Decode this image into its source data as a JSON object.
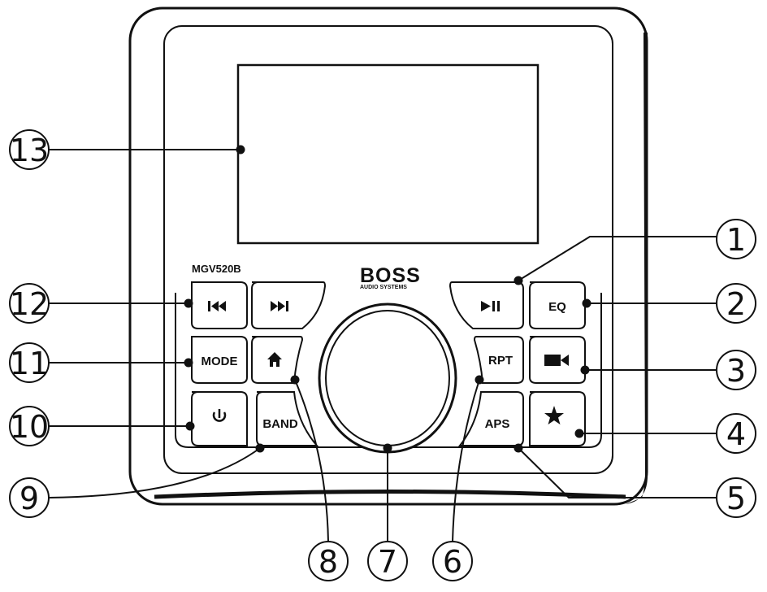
{
  "device": {
    "model_label": "MGV520B",
    "brand_name": "BOSS",
    "brand_tagline": "AUDIO SYSTEMS"
  },
  "buttons": {
    "prev": {
      "icon": "skip-previous-icon"
    },
    "next": {
      "icon": "skip-next-icon"
    },
    "play_pause": {
      "icon": "play-pause-icon"
    },
    "eq": {
      "label": "EQ"
    },
    "mode": {
      "label": "MODE"
    },
    "home": {
      "icon": "home-icon"
    },
    "rpt": {
      "label": "RPT"
    },
    "camera": {
      "icon": "video-camera-icon"
    },
    "power": {
      "icon": "power-icon"
    },
    "band": {
      "label": "BAND"
    },
    "aps": {
      "label": "APS"
    },
    "favorite": {
      "icon": "star-icon"
    },
    "knob": {
      "icon": "volume-knob"
    }
  },
  "callouts": [
    "1",
    "2",
    "3",
    "4",
    "5",
    "6",
    "7",
    "8",
    "9",
    "10",
    "11",
    "12",
    "13"
  ],
  "colors": {
    "line": "#111111",
    "background": "#ffffff"
  }
}
